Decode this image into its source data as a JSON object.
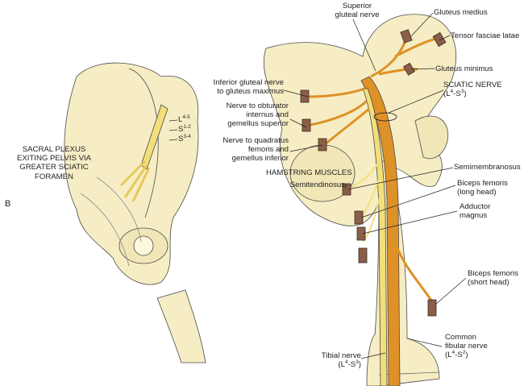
{
  "panel_letter": "B",
  "left_figure": {
    "caption": [
      "SACRAL PLEXUS",
      "EXITING PELVIS VIA",
      "GREATER SCIATIC",
      "FORAMEN"
    ],
    "roots": [
      {
        "base": "L",
        "sup": "4-5"
      },
      {
        "base": "S",
        "sup": "1-2"
      },
      {
        "base": "S",
        "sup": "3-4"
      }
    ]
  },
  "right_figure": {
    "superior_gluteal_nerve": [
      "Superior",
      "gluteal nerve"
    ],
    "gluteus_medius": "Gluteus medius",
    "tensor_fasciae_latae": "Tensor fasciae latae",
    "gluteus_minimus": "Gluteus minimus",
    "inferior_gluteal_nerve": [
      "Inferior gluteal nerve",
      "to gluteus maximus"
    ],
    "sciatic_nerve": {
      "title": "SCIATIC NERVE",
      "range": [
        "(L",
        "4",
        "-S",
        "3",
        ")"
      ]
    },
    "nerve_obturator": [
      "Nerve to obturator",
      "internus and",
      "gemellus superior"
    ],
    "nerve_quadratus": [
      "Nerve to quadratus",
      "femoris and",
      "gemellus inferior"
    ],
    "hamstring_muscles": "HAMSTRING MUSCLES",
    "semitendinosus": "Semitendinosus",
    "semimembranosus": "Semimembranosus",
    "biceps_long": [
      "Biceps femoris",
      "(long head)"
    ],
    "adductor_magnus": [
      "Adductor",
      "magnus"
    ],
    "biceps_short": [
      "Biceps femoris",
      "(short head)"
    ],
    "common_fibular": {
      "lines": [
        "Common",
        "fibular nerve"
      ],
      "range": [
        "(L",
        "4",
        "-S",
        "2",
        ")"
      ]
    },
    "tibial": {
      "line": "Tibial nerve",
      "range": [
        "(L",
        "4",
        "-S",
        "3",
        ")"
      ]
    }
  },
  "colors": {
    "bone": "#f6edc4",
    "nerve": "#dd9127",
    "nerve_light": "#f3df7a",
    "muscle": "#8b5e4a",
    "outline": "#4a4a4a"
  }
}
